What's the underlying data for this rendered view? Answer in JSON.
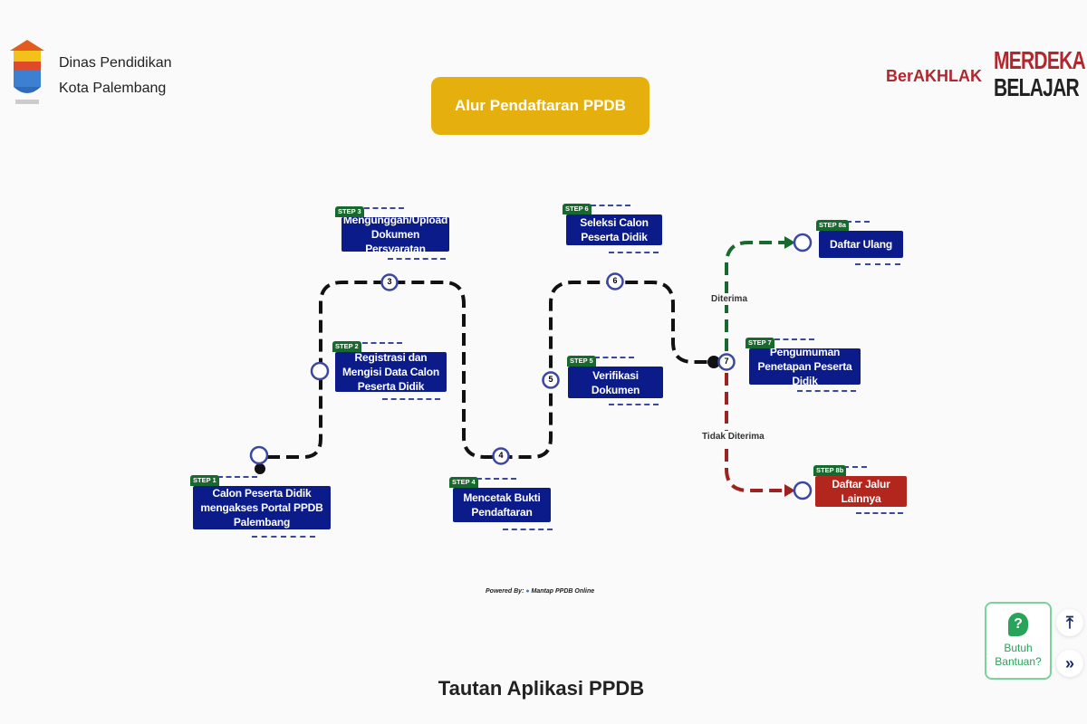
{
  "header": {
    "org_line1": "Dinas Pendidikan",
    "org_line2": "Kota Palembang",
    "logo_berakhlak": "BerAKHLAK",
    "logo_merdeka_1": "MERDEKA",
    "logo_merdeka_2": "BELAJAR"
  },
  "title": "Alur Pendaftaran PPDB",
  "steps": [
    {
      "tag": "STEP 1",
      "label": "Calon Peserta Didik mengakses Portal PPDB Palembang"
    },
    {
      "tag": "STEP 2",
      "label": "Registrasi dan Mengisi Data Calon Peserta Didik"
    },
    {
      "tag": "STEP 3",
      "label": "Mengunggah/Upload Dokumen Persyaratan"
    },
    {
      "tag": "STEP 4",
      "label": "Mencetak Bukti Pendaftaran"
    },
    {
      "tag": "STEP 5",
      "label": "Verifikasi Dokumen"
    },
    {
      "tag": "STEP 6",
      "label": "Seleksi Calon Peserta Didik"
    },
    {
      "tag": "STEP 7",
      "label": "Pengumuman Penetapan Peserta Didik"
    },
    {
      "tag": "STEP 8a",
      "label": "Daftar Ulang"
    },
    {
      "tag": "STEP 8b",
      "label": "Daftar Jalur Lainnya"
    }
  ],
  "nodes": [
    "3",
    "4",
    "5",
    "6",
    "7"
  ],
  "branches": {
    "accepted": "Diterima",
    "rejected": "Tidak Diterima"
  },
  "colors": {
    "accepted": "#17692d",
    "rejected": "#9b2420",
    "step": "#0b1c8a",
    "title": "#e5b00e"
  },
  "powered_by": "Powered By:",
  "powered_name": "Mantap PPDB Online",
  "section_title": "Tautan Aplikasi PPDB",
  "help": {
    "label": "Butuh Bantuan?"
  },
  "scroll": {
    "top": "⤒",
    "next": "»"
  }
}
